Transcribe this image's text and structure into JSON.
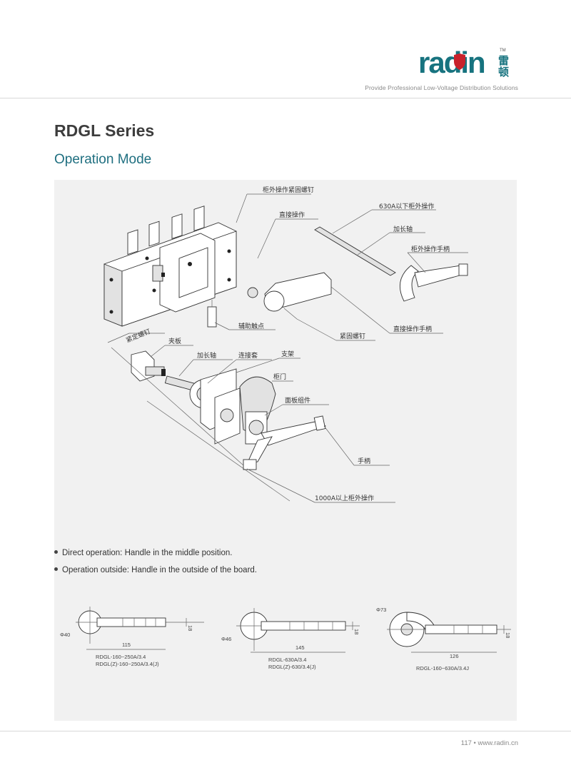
{
  "header": {
    "brand_word": "radin",
    "brand_chinese": "雷顿",
    "trademark": "TM",
    "tagline": "Provide Professional Low-Voltage Distribution Solutions",
    "colors": {
      "brand_teal": "#17737f",
      "brand_red": "#c8222c"
    }
  },
  "titles": {
    "series": "RDGL Series",
    "section": "Operation Mode"
  },
  "diagram": {
    "callouts": {
      "c1": "柜外操作紧固螺钉",
      "c2": "直接操作",
      "c3": "630A以下柜外操作",
      "c4": "加长轴",
      "c5": "柜外操作手柄",
      "c6": "辅助触点",
      "c7": "紧固螺钉",
      "c8": "直接操作手柄",
      "c9": "紧定螺钉",
      "c10": "夹板",
      "c11": "加长轴",
      "c12": "连接套",
      "c13": "支架",
      "c14": "柜门",
      "c15": "面板组件",
      "c16": "手柄",
      "c17": "1000A以上柜外操作"
    },
    "dims": {
      "d1_phi": "Φ40",
      "d1_len": "115",
      "d1_h": "18",
      "d1_model1": "RDGL-160~250A/3.4",
      "d1_model2": "RDGL(Z)-160~250A/3.4(J)",
      "d2_phi": "Φ46",
      "d2_len": "145",
      "d2_h": "18",
      "d2_model1": "RDGL-630A/3.4",
      "d2_model2": "RDGL(Z)-630/3.4(J)",
      "d3_phi": "Φ73",
      "d3_len": "126",
      "d3_h": "18",
      "d3_model1": "RDGL-160~630A/3.4J"
    }
  },
  "notes": {
    "bullet1": "Direct operation: Handle in the middle position.",
    "bullet2": "Operation outside: Handle in the outside of the board."
  },
  "footer": {
    "page": "117 • www.radin.cn"
  }
}
